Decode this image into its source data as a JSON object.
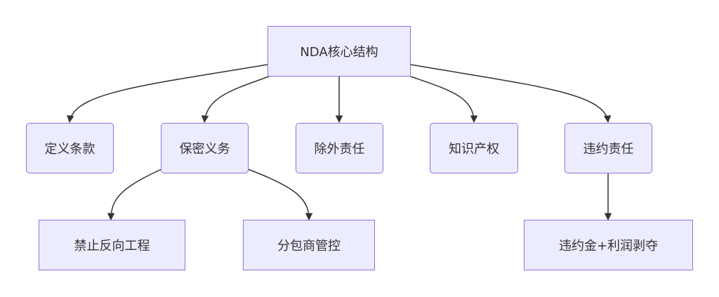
{
  "diagram": {
    "nodes": {
      "root": "NDA核心结构",
      "definitions": "定义条款",
      "confidentiality": "保密义务",
      "exclusions": "除外责任",
      "ip": "知识产权",
      "liability": "违约责任",
      "no_reverse_engineering": "禁止反向工程",
      "subcontractor_control": "分包商管控",
      "penalty": "违约金+利润剥夺"
    },
    "colors": {
      "node_fill": "#ECECFF",
      "node_border": "#9370DB",
      "edge": "#333333",
      "text": "#333333"
    }
  }
}
